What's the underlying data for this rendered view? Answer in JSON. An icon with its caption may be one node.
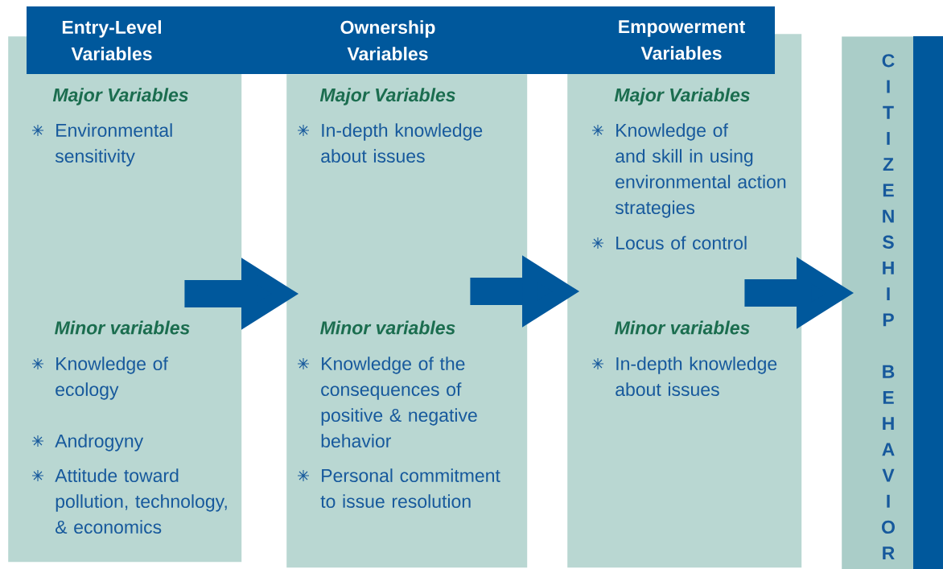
{
  "diagram": {
    "nodes": [
      {
        "text": [
          "Entry-Level Variables",
          "Major Variables",
          "Environmental sensitivity",
          "Minor variables",
          "Knowledge of ecology",
          "Androgyny",
          "Attitude toward pollution, technology, & economics"
        ]
      },
      {
        "text": [
          "Ownership Variables",
          "Major Variables",
          "In-depth knowledge about issues",
          "Minor variables",
          "Knowledge of the consequences of positive & negative behavior",
          "Personal commitment to issue resolution"
        ]
      },
      {
        "text": [
          "Empowerment Variables",
          "Major Variables",
          "Knowledge of and skill in using environmental action strategies",
          "Locus of control",
          "Minor variables",
          "In-depth knowledge about issues"
        ]
      },
      {
        "text": [
          "CITIZENSHIP BEHAVIOR"
        ]
      }
    ],
    "edges": [
      {
        "from": 0,
        "to": 1,
        "arrow": "to"
      },
      {
        "from": 1,
        "to": 2,
        "arrow": "to"
      },
      {
        "from": 2,
        "to": 3,
        "arrow": "to"
      }
    ]
  }
}
